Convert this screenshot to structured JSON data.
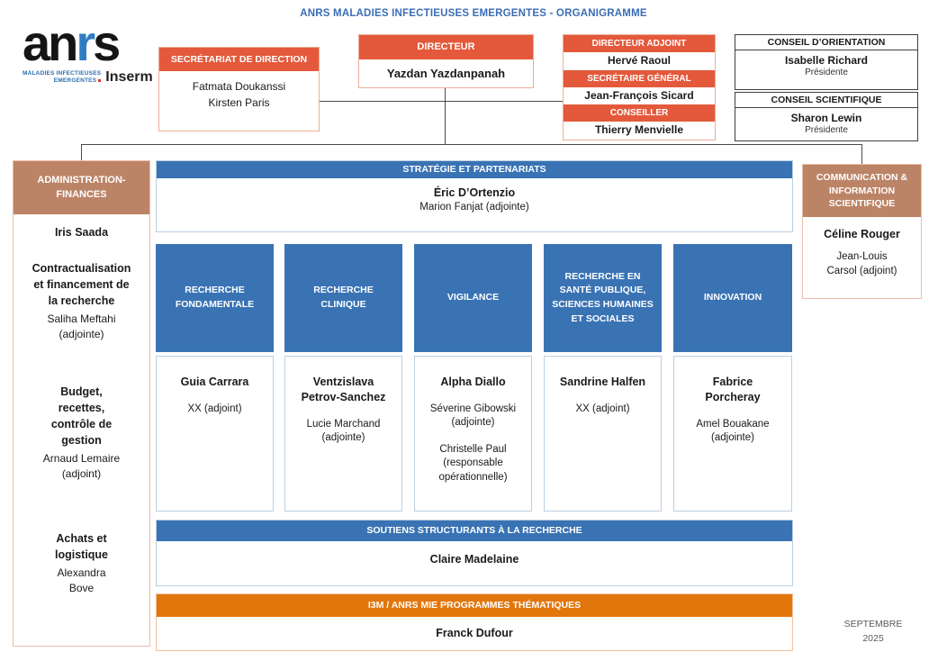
{
  "title": "ANRS MALADIES INFECTIEUSES EMERGENTES - ORGANIGRAMME",
  "logo": {
    "part1": "an",
    "part2": "r",
    "part3": "s",
    "sub1": "MALADIES INFECTIEUSES",
    "sub2": "EMERGENTES",
    "inserm": "Inserm"
  },
  "secretariat": {
    "title": "SECRÉTARIAT DE DIRECTION",
    "names": "Fatmata Doukanssi\nKirsten Paris"
  },
  "directeur": {
    "title": "DIRECTEUR",
    "name": "Yazdan Yazdanpanah"
  },
  "direction_stack": [
    {
      "title": "DIRECTEUR ADJOINT",
      "name": "Hervé Raoul"
    },
    {
      "title": "SECRÉTAIRE GÉNÉRAL",
      "name": "Jean-François Sicard"
    },
    {
      "title": "CONSEILLER",
      "name": "Thierry Menvielle"
    }
  ],
  "councils": [
    {
      "title": "CONSEIL D’ORIENTATION",
      "name": "Isabelle Richard",
      "role": "Présidente"
    },
    {
      "title": "CONSEIL SCIENTIFIQUE",
      "name": "Sharon Lewin",
      "role": "Présidente"
    }
  ],
  "admin": {
    "title": "ADMINISTRATION-FINANCES",
    "head": "Iris Saada",
    "sections": [
      {
        "title": "Contractualisation\net financement de\nla recherche",
        "person": "Saliha Meftahi\n(adjointe)"
      },
      {
        "title": "Budget,\nrecettes,\ncontrôle de\ngestion",
        "person": "Arnaud Lemaire\n(adjoint)"
      },
      {
        "title": "Achats et\nlogistique",
        "person": "Alexandra\nBove"
      }
    ]
  },
  "strategie": {
    "title": "STRATÉGIE ET PARTENARIATS",
    "name": "Éric D’Ortenzio",
    "deputy": "Marion Fanjat (adjointe)"
  },
  "communication": {
    "title": "COMMUNICATION & INFORMATION SCIENTIFIQUE",
    "name": "Céline Rouger",
    "deputy": "Jean-Louis\nCarsol (adjoint)"
  },
  "departments": [
    {
      "title": "RECHERCHE FONDAMENTALE",
      "people": [
        "Guia Carrara",
        "XX (adjoint)"
      ]
    },
    {
      "title": "RECHERCHE CLINIQUE",
      "people": [
        "Ventzislava Petrov-Sanchez",
        "Lucie Marchand (adjointe)"
      ]
    },
    {
      "title": "VIGILANCE",
      "people": [
        "Alpha Diallo",
        "Séverine Gibowski (adjointe)",
        "Christelle Paul (responsable opérationnelle)"
      ]
    },
    {
      "title": "RECHERCHE EN SANTÉ PUBLIQUE, SCIENCES HUMAINES ET SOCIALES",
      "people": [
        "Sandrine Halfen",
        "XX (adjoint)"
      ]
    },
    {
      "title": "INNOVATION",
      "people": [
        "Fabrice Porcheray",
        "Amel Bouakane (adjointe)"
      ]
    }
  ],
  "soutiens": {
    "title": "SOUTIENS STRUCTURANTS À LA RECHERCHE",
    "name": "Claire Madelaine"
  },
  "i3m": {
    "title": "I3M / ANRS MIE PROGRAMMES THÉMATIQUES",
    "name": "Franck Dufour"
  },
  "date": "SEPTEMBRE\n2025",
  "colors": {
    "header_blue": "#3A73B4",
    "header_orange_red": "#E4593B",
    "header_brown": "#BC8467",
    "header_orange": "#E2760D",
    "title_text_blue": "#3B6EB5"
  }
}
